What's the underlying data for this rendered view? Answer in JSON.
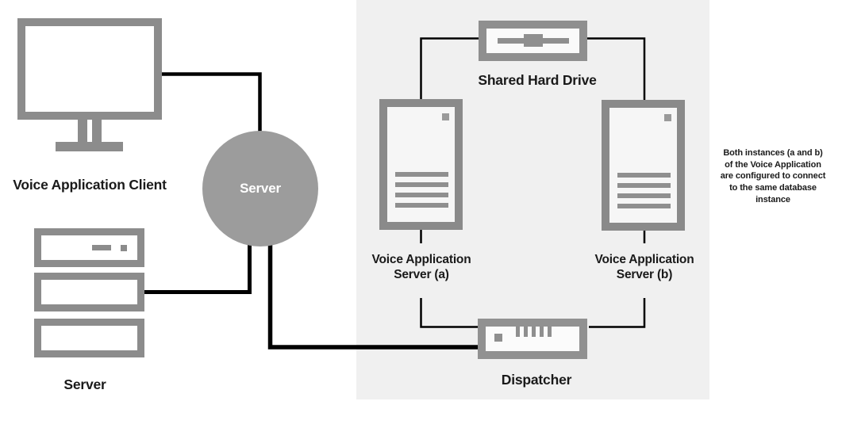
{
  "diagram": {
    "client": {
      "label": "Voice Application Client",
      "icon": "monitor-icon"
    },
    "hub": {
      "label": "Server",
      "icon": "circle-node-icon"
    },
    "rack": {
      "label": "Server",
      "icon": "server-rack-icon"
    },
    "shared_drive": {
      "label": "Shared Hard Drive",
      "icon": "hard-drive-icon"
    },
    "app_server_a": {
      "label_lines": [
        "Voice Application",
        "Server (a)"
      ],
      "icon": "tower-server-icon"
    },
    "app_server_b": {
      "label_lines": [
        "Voice Application",
        "Server (b)"
      ],
      "icon": "tower-server-icon"
    },
    "dispatcher": {
      "label": "Dispatcher",
      "icon": "network-switch-icon"
    },
    "note_lines": [
      "Both instances (a and b)",
      "of the Voice Application",
      "are configured to connect",
      "to the same database",
      "instance"
    ]
  },
  "colors": {
    "icon_gray": "#8c8c8c",
    "hub_gray": "#9c9c9c",
    "panel_bg": "#f0f0f0",
    "connector": "#000000",
    "text": "#1a1a1a",
    "hub_text": "#ffffff"
  }
}
